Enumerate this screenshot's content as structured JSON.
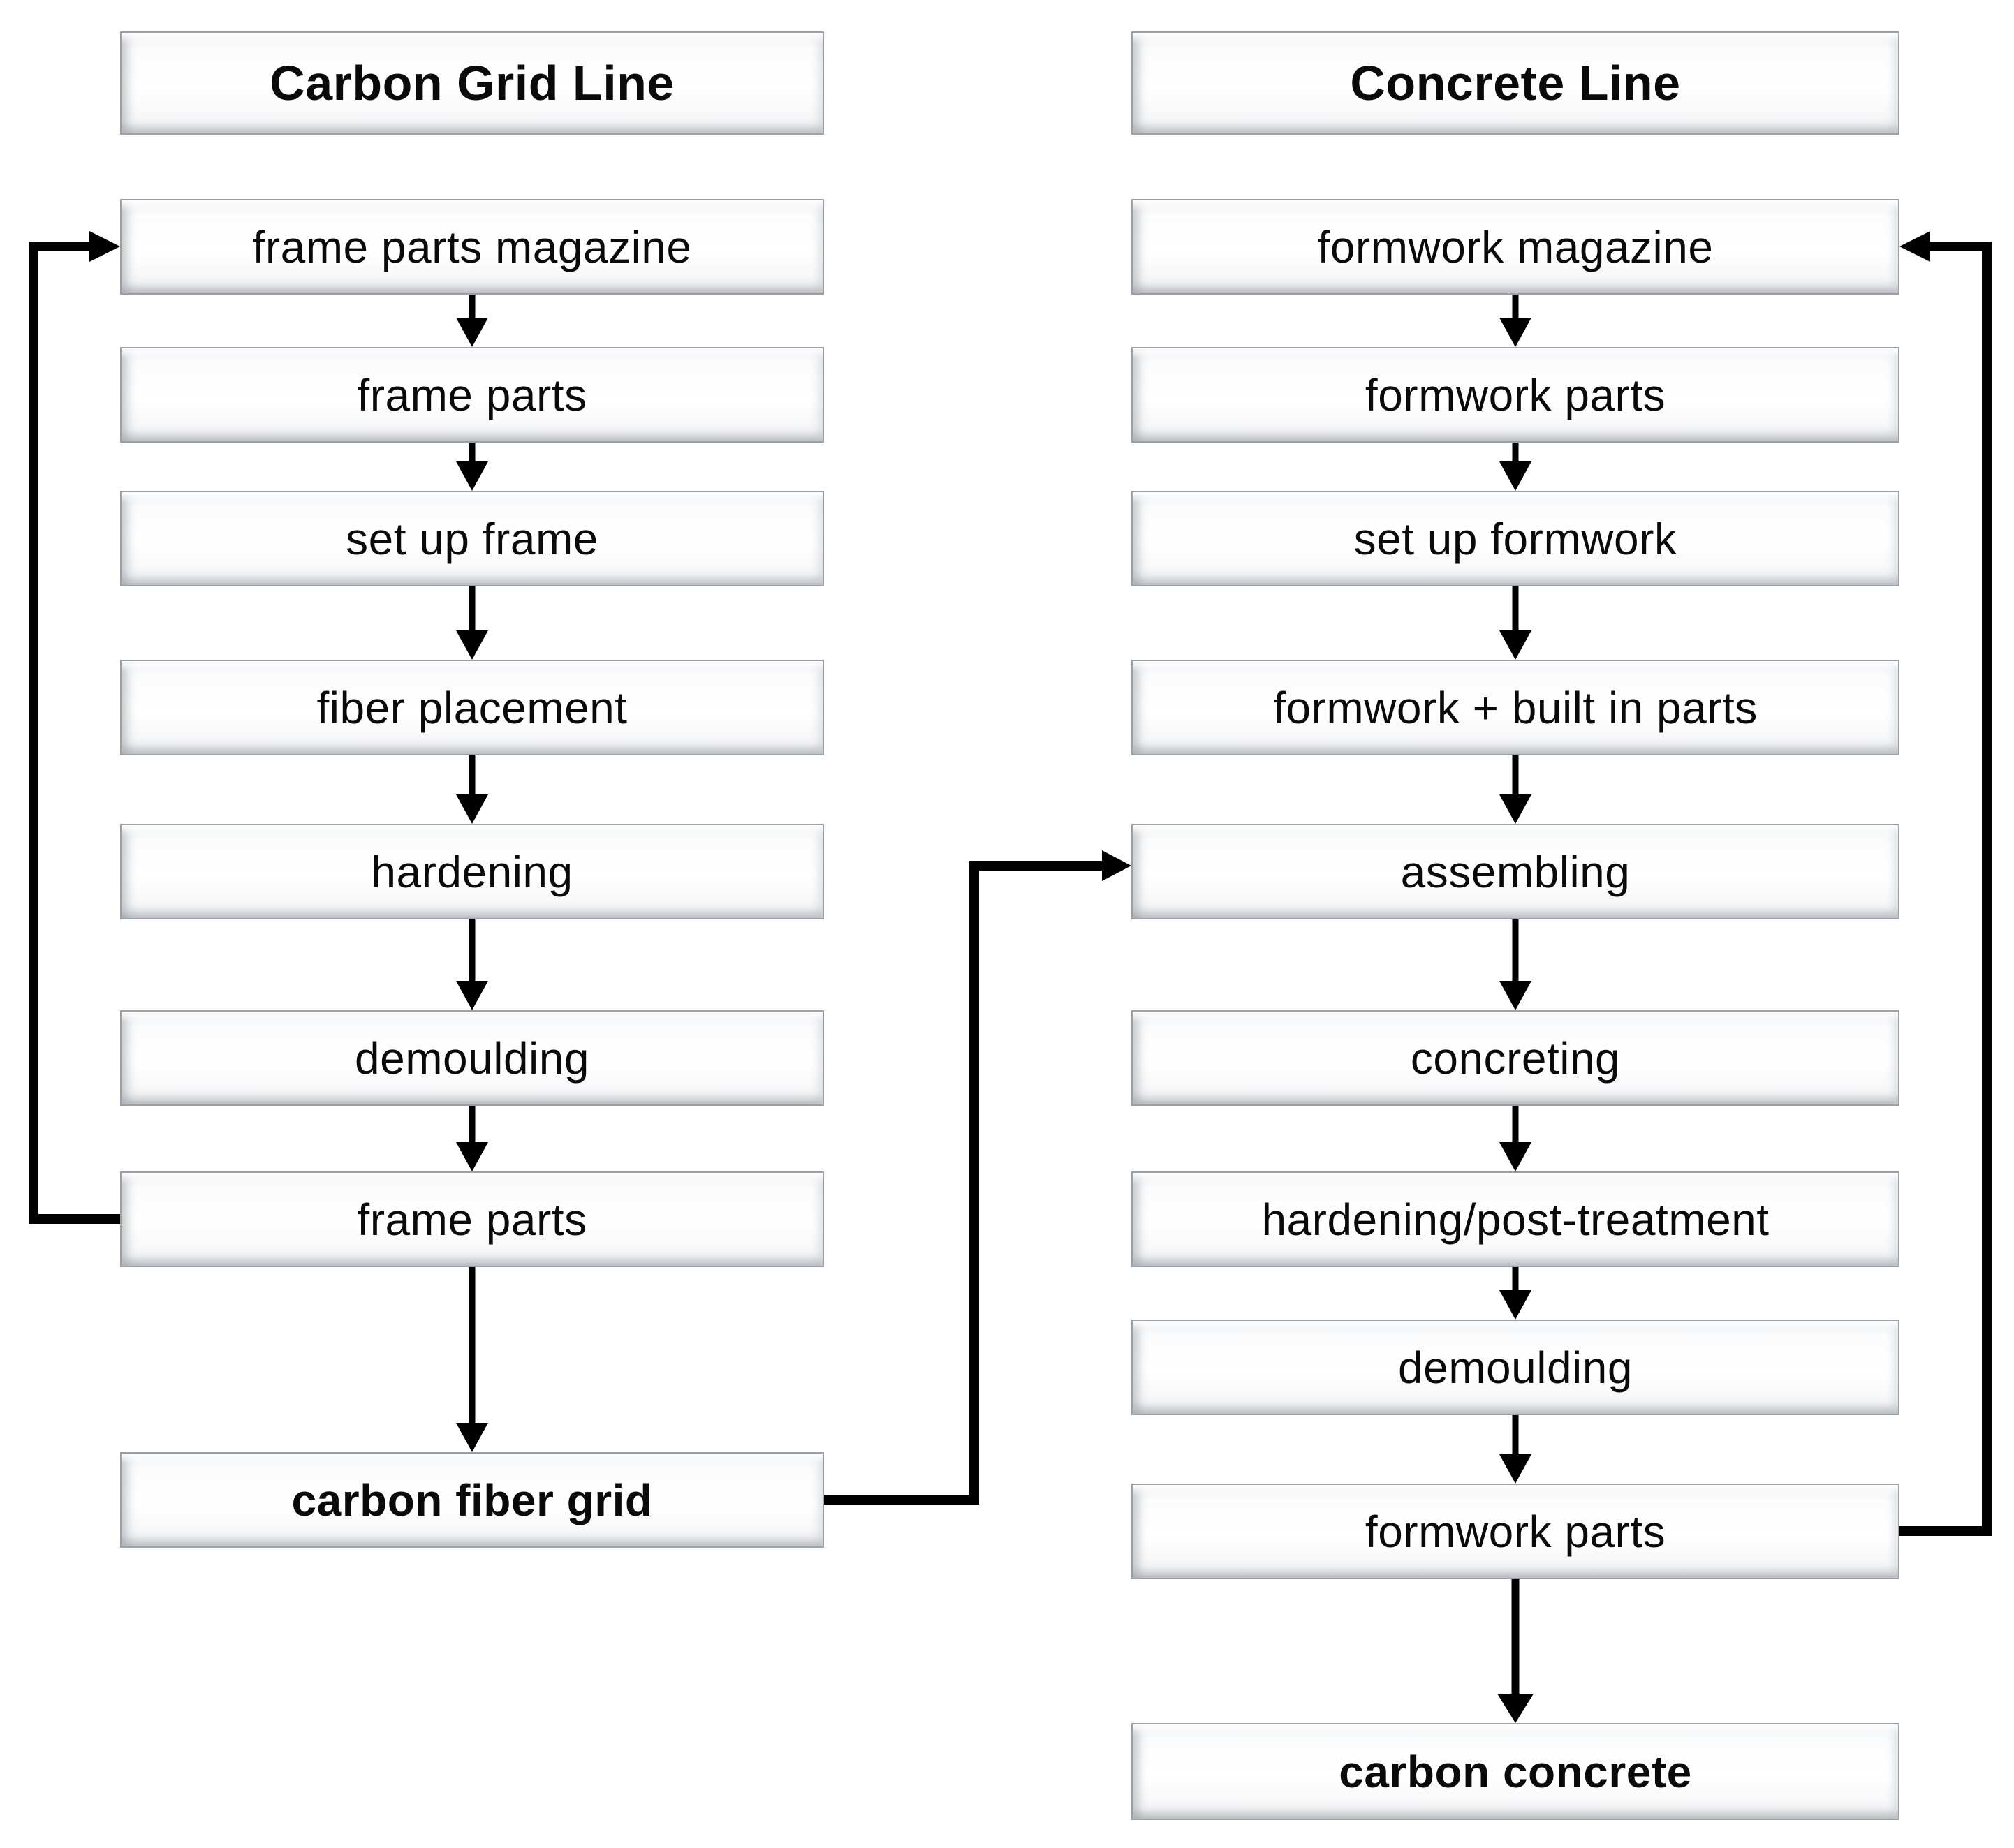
{
  "left": {
    "title": "Carbon Grid Line",
    "steps": [
      "frame parts magazine",
      "frame parts",
      "set up frame",
      "fiber placement",
      "hardening",
      "demoulding",
      "frame parts"
    ],
    "output": "carbon fiber grid"
  },
  "right": {
    "title": "Concrete Line",
    "steps": [
      "formwork magazine",
      "formwork parts",
      "set up formwork",
      "formwork + built in parts",
      "assembling",
      "concreting",
      "hardening/post-treatment",
      "demoulding",
      "formwork parts"
    ],
    "output": "carbon concrete"
  },
  "colors": {
    "background": "#ffffff",
    "box_border": "#9aa0a6",
    "arrow": "#000000",
    "text": "#0a0a0a"
  }
}
